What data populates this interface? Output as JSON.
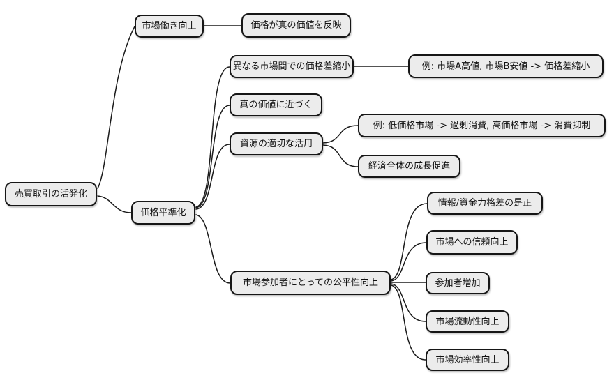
{
  "mindmap": {
    "title_root": "売買取引の活発化",
    "colors": {
      "background": "#ffffff",
      "node_fill": "#ececec",
      "node_border": "#161616",
      "edge": "#1a1a1a",
      "text": "#111111"
    },
    "nodes": [
      {
        "id": "root",
        "label": "売買取引の活発化",
        "parent": null
      },
      {
        "id": "market-function",
        "label": "市場働き向上",
        "parent": "root"
      },
      {
        "id": "price-reflect",
        "label": "価格が真の価値を反映",
        "parent": "market-function"
      },
      {
        "id": "price-leveling",
        "label": "価格平準化",
        "parent": "root"
      },
      {
        "id": "price-gap",
        "label": "異なる市場間での価格差縮小",
        "parent": "price-leveling"
      },
      {
        "id": "example-markets",
        "label": "例: 市場A高値, 市場B安値 -> 価格差縮小",
        "parent": "price-gap"
      },
      {
        "id": "true-value",
        "label": "真の価値に近づく",
        "parent": "price-leveling"
      },
      {
        "id": "resource-use",
        "label": "資源の適切な活用",
        "parent": "price-leveling"
      },
      {
        "id": "example-consume",
        "label": "例: 低価格市場 -> 過剰消費, 高価格市場 -> 消費抑制",
        "parent": "resource-use"
      },
      {
        "id": "economic-growth",
        "label": "経済全体の成長促進",
        "parent": "resource-use"
      },
      {
        "id": "fairness",
        "label": "市場参加者にとっての公平性向上",
        "parent": "price-leveling"
      },
      {
        "id": "info-gap-fix",
        "label": "情報/資金力格差の是正",
        "parent": "fairness"
      },
      {
        "id": "market-trust",
        "label": "市場への信頼向上",
        "parent": "fairness"
      },
      {
        "id": "participants-up",
        "label": "参加者増加",
        "parent": "fairness"
      },
      {
        "id": "liquidity-up",
        "label": "市場流動性向上",
        "parent": "fairness"
      },
      {
        "id": "efficiency-up",
        "label": "市場効率性向上",
        "parent": "fairness"
      }
    ]
  }
}
